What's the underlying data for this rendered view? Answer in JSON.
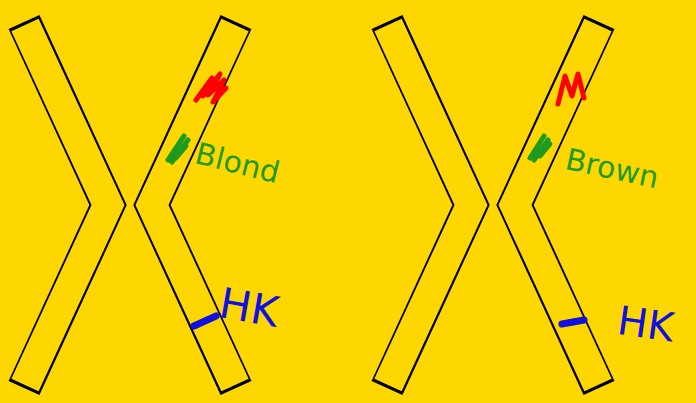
{
  "diagram": {
    "labels": [
      "Blond",
      "HK",
      "Brown",
      "HK"
    ]
  }
}
